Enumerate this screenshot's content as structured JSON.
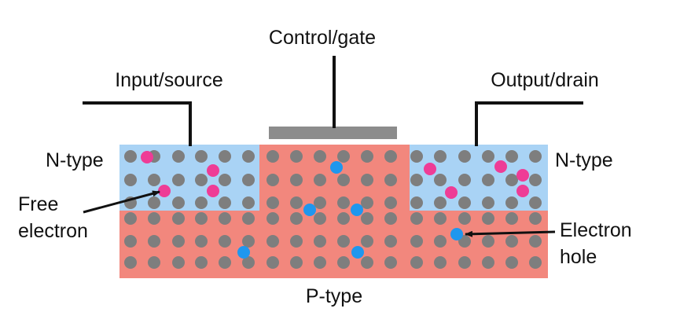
{
  "labels": {
    "gate": "Control/gate",
    "source": "Input/source",
    "drain": "Output/drain",
    "n_type_left": "N-type",
    "n_type_right": "N-type",
    "free_line1": "Free",
    "free_line2": "electron",
    "hole_line1": "Electron",
    "hole_line2": "hole",
    "p_type": "P-type"
  },
  "colors": {
    "n_region": "#a9d3f5",
    "p_region": "#f2877d",
    "atom": "#7e7e7e",
    "free_electron": "#ee3c96",
    "electron_hole": "#1f97ee",
    "gate_plate": "#8c8c8c",
    "wire": "#111111"
  }
}
